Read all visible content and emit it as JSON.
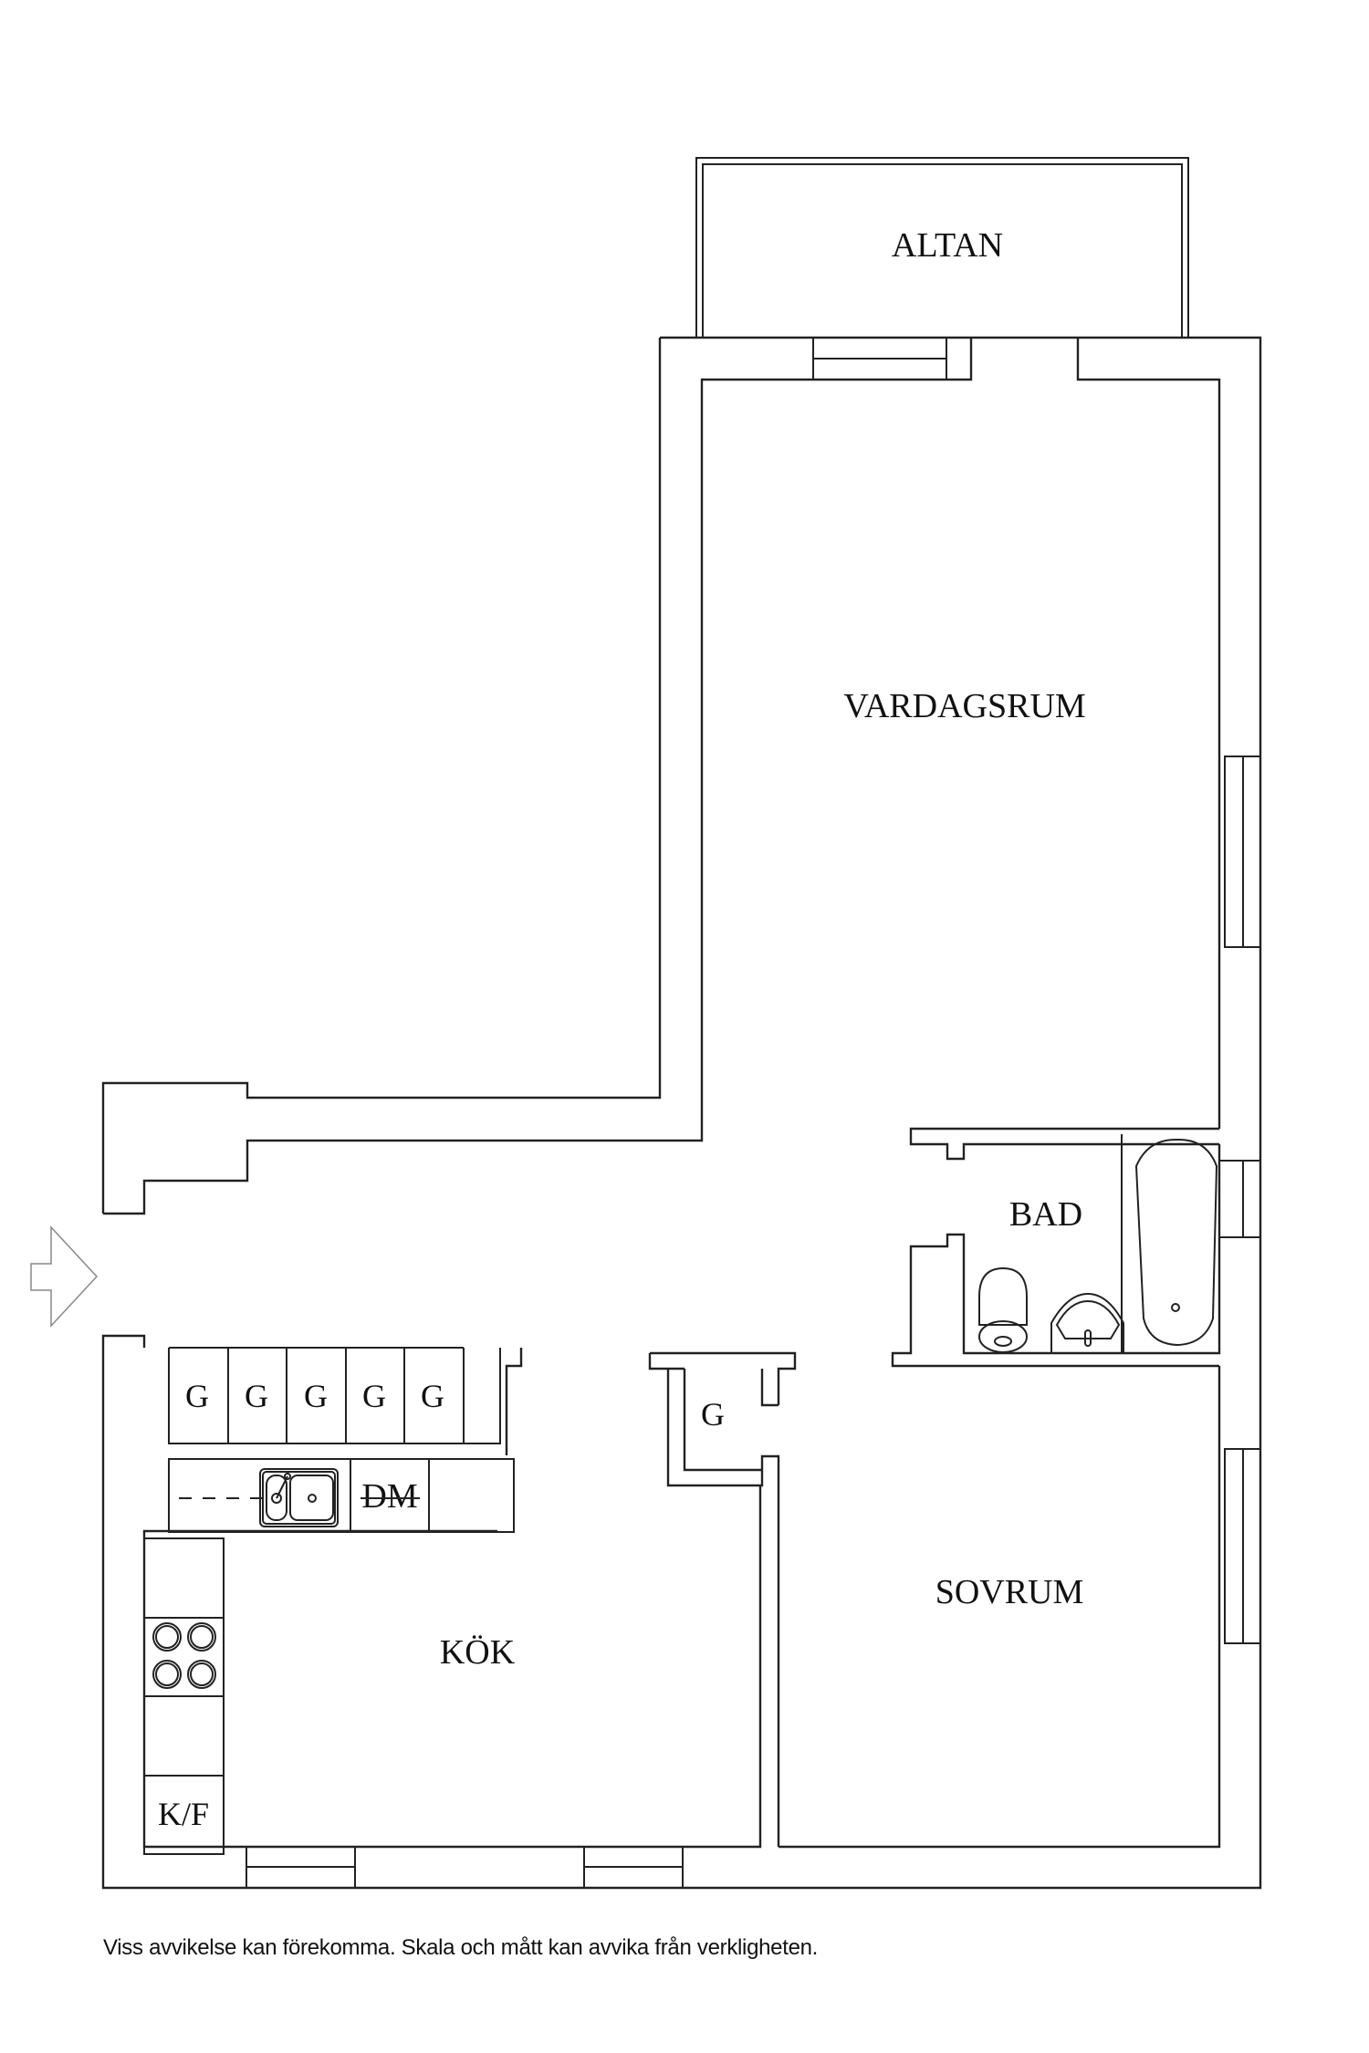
{
  "plan": {
    "rooms": [
      {
        "id": "altan",
        "label": "ALTAN"
      },
      {
        "id": "vardagsrum",
        "label": "VARDAGSRUM"
      },
      {
        "id": "bad",
        "label": "BAD"
      },
      {
        "id": "sovrum",
        "label": "SOVRUM"
      },
      {
        "id": "kok",
        "label": "KÖK"
      }
    ],
    "closets": [
      "G",
      "G",
      "G",
      "G",
      "G",
      "G"
    ],
    "appliances": {
      "dishwasher": "DM",
      "fridge_freezer": "K/F"
    },
    "entrance_icon": "entrance-arrow-icon"
  },
  "footer": {
    "disclaimer": "Viss avvikelse kan förekomma. Skala och mått kan avvika från verkligheten."
  },
  "colors": {
    "line": "#222222",
    "background": "#ffffff"
  }
}
